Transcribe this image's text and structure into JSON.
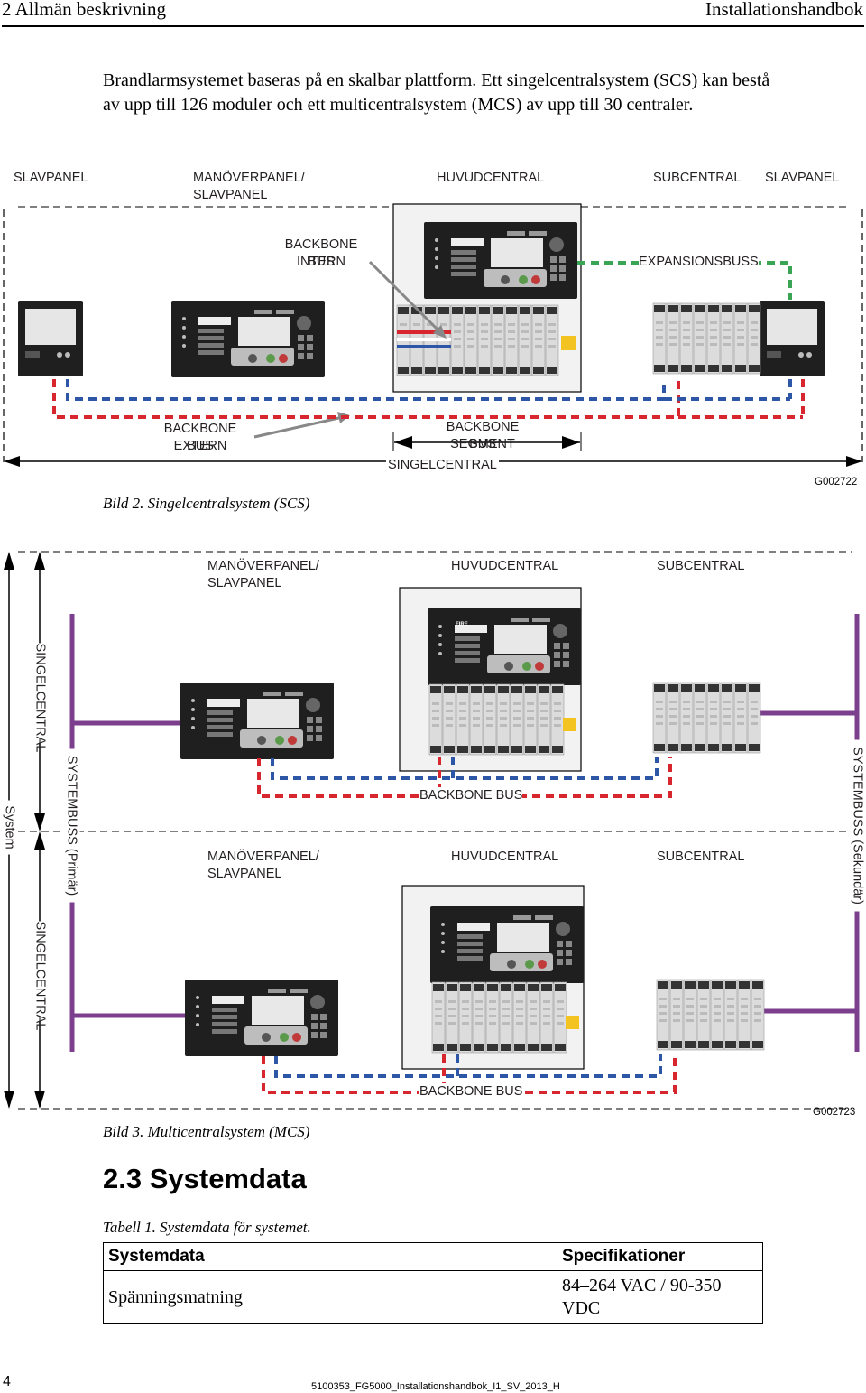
{
  "header": {
    "left": "2 Allmän beskrivning",
    "right": "Installationshandbok"
  },
  "intro": "Brandlarmsystemet baseras på en skalbar plattform. Ett singelcentralsystem (SCS) kan bestå av upp till 126 moduler och ett multicentralsystem (MCS) av upp till 30 centraler.",
  "fig2": {
    "labels": {
      "slavpanel_left": "SLAVPANEL",
      "manover_line1": "MANÖVERPANEL/",
      "manover_line2": "SLAVPANEL",
      "huvudcentral": "HUVUDCENTRAL",
      "subcentral": "SUBCENTRAL",
      "slavpanel_right": "SLAVPANEL",
      "bb_intern_1": "BACKBONE BUS",
      "bb_intern_2": "INTERN",
      "expansionsbuss": "EXPANSIONSBUSS",
      "bb_extern_1": "BACKBONE BUS",
      "bb_extern_2": "EXTERN",
      "bb_segment_1": "BACKBONE BUS",
      "bb_segment_2": "SEGMENT",
      "singelcentral": "SINGELCENTRAL"
    },
    "caption": "Bild 2. Singelcentralsystem (SCS)",
    "id": "G002722"
  },
  "fig3": {
    "labels": {
      "manover1_line1": "MANÖVERPANEL/",
      "manover1_line2": "SLAVPANEL",
      "huvud1": "HUVUDCENTRAL",
      "sub1": "SUBCENTRAL",
      "bb1": "BACKBONE BUS",
      "manover2_line1": "MANÖVERPANEL/",
      "manover2_line2": "SLAVPANEL",
      "huvud2": "HUVUDCENTRAL",
      "sub2": "SUBCENTRAL",
      "bb2": "BACKBONE BUS",
      "system": "System",
      "singel_top": "SINGELCENTRAL",
      "singel_bottom": "SINGELCENTRAL",
      "sysbus_primar": "SYSTEMBUSS (Primär)",
      "sysbus_sekundar": "SYSTEMBUSS (Sekundär)"
    },
    "panel_text": "FIRE",
    "caption": "Bild 3. Multicentralsystem (MCS)",
    "id": "G002723"
  },
  "section_title": "2.3 Systemdata",
  "table": {
    "caption": "Tabell 1. Systemdata för systemet.",
    "headers": [
      "Systemdata",
      "Specifikationer"
    ],
    "rows": [
      [
        "Spänningsmatning",
        "84–264 VAC / 90-350 VDC"
      ]
    ]
  },
  "footer": {
    "page": "4",
    "doc_id": "5100353_FG5000_Installationshandbok_I1_SV_2013_H"
  },
  "colors": {
    "red_bus": "#d7262e",
    "blue_bus": "#2e56a6",
    "green_bus": "#3aa655",
    "purple_bus": "#7b3f8e",
    "panel_dark": "#1f1f1f"
  }
}
